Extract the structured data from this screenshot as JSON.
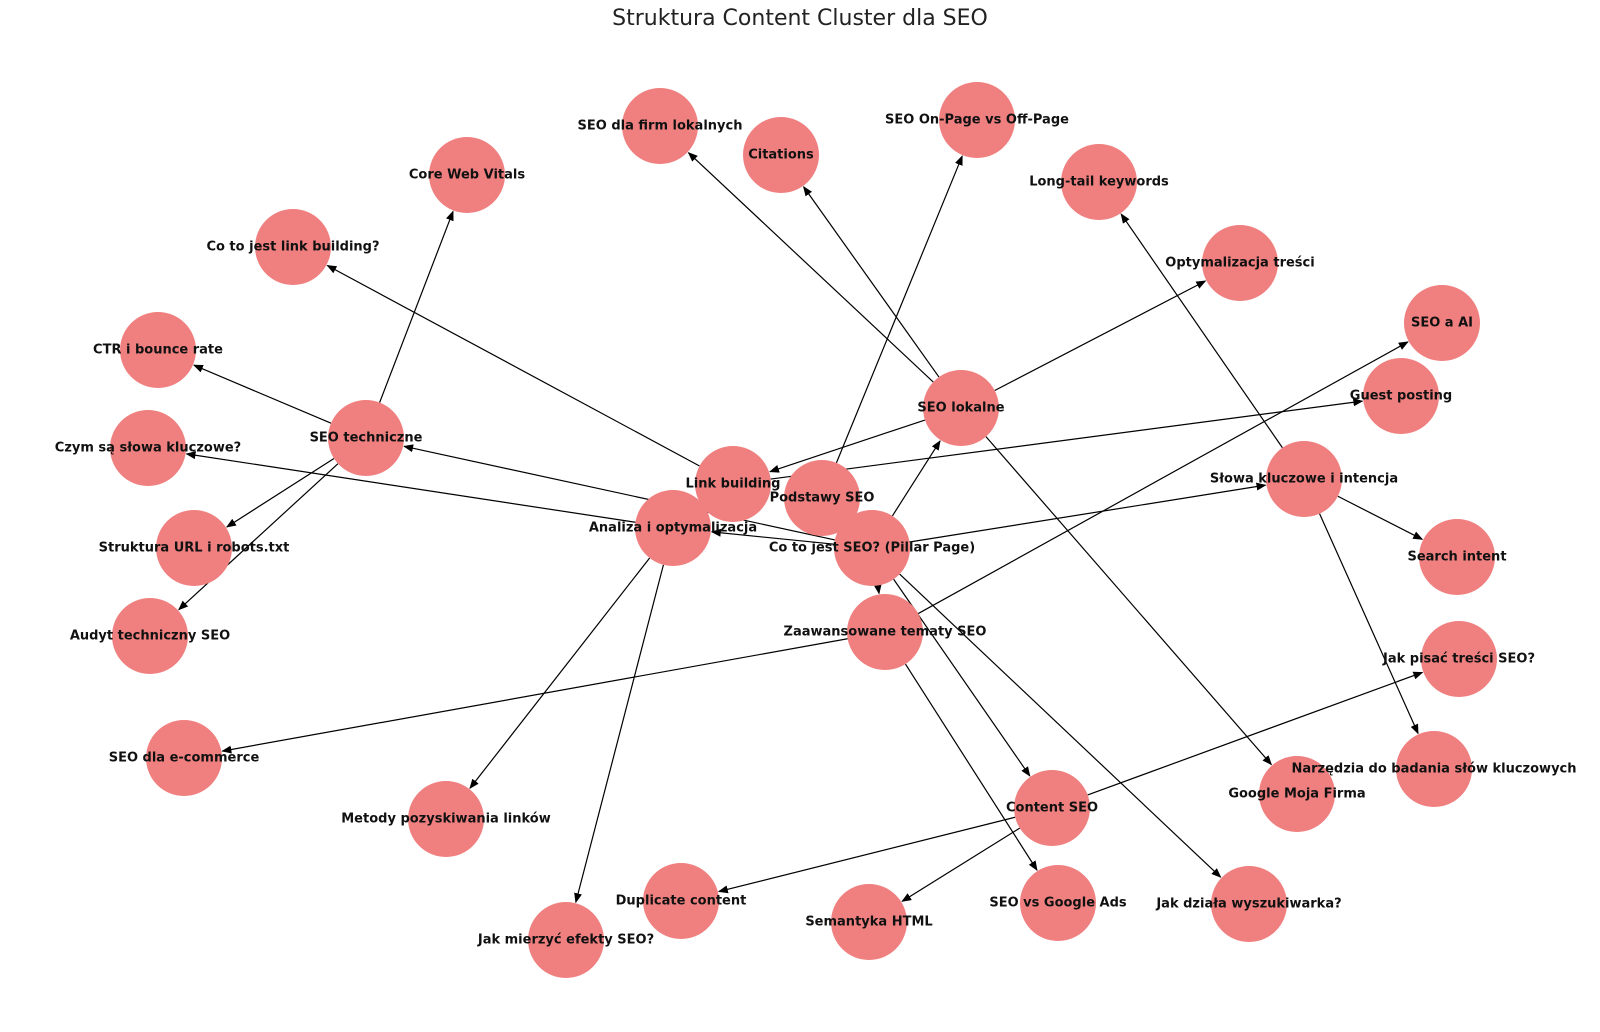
{
  "title": "Struktura Content Cluster dla SEO",
  "colors": {
    "node": "#f08080",
    "edge": "#000000",
    "label": "#111111"
  },
  "nodes": [
    {
      "id": "pillar",
      "label": "Co to jest SEO? (Pillar Page)"
    },
    {
      "id": "podstawy",
      "label": "Podstawy SEO"
    },
    {
      "id": "analiza",
      "label": "Analiza i optymalizacja"
    },
    {
      "id": "link",
      "label": "Link building"
    },
    {
      "id": "lokalne",
      "label": "SEO lokalne"
    },
    {
      "id": "techniczne",
      "label": "SEO techniczne"
    },
    {
      "id": "zaawansowane",
      "label": "Zaawansowane tematy SEO"
    },
    {
      "id": "content",
      "label": "Content SEO"
    },
    {
      "id": "slowa",
      "label": "Słowa kluczowe i intencja"
    },
    {
      "id": "firmy",
      "label": "SEO dla firm lokalnych"
    },
    {
      "id": "citations",
      "label": "Citations"
    },
    {
      "id": "onoff",
      "label": "SEO On-Page vs Off-Page"
    },
    {
      "id": "longtail",
      "label": "Long-tail keywords"
    },
    {
      "id": "optymalizacja",
      "label": "Optymalizacja treści"
    },
    {
      "id": "ai",
      "label": "SEO a AI"
    },
    {
      "id": "guest",
      "label": "Guest posting"
    },
    {
      "id": "search",
      "label": "Search intent"
    },
    {
      "id": "jakpisac",
      "label": "Jak pisać treści SEO?"
    },
    {
      "id": "narzedzia",
      "label": "Narzędzia do badania słów kluczowych"
    },
    {
      "id": "google",
      "label": "Google Moja Firma"
    },
    {
      "id": "wyszukiwarka",
      "label": "Jak działa wyszukiwarka?"
    },
    {
      "id": "googleads",
      "label": "SEO vs Google Ads"
    },
    {
      "id": "semantyka",
      "label": "Semantyka HTML"
    },
    {
      "id": "duplicate",
      "label": "Duplicate content"
    },
    {
      "id": "mierzyc",
      "label": "Jak mierzyć efekty SEO?"
    },
    {
      "id": "metody",
      "label": "Metody pozyskiwania linków"
    },
    {
      "id": "ecommerce",
      "label": "SEO dla e-commerce"
    },
    {
      "id": "audyt",
      "label": "Audyt techniczny SEO"
    },
    {
      "id": "url",
      "label": "Struktura URL i robots.txt"
    },
    {
      "id": "czym",
      "label": "Czym są słowa kluczowe?"
    },
    {
      "id": "ctr",
      "label": "CTR i bounce rate"
    },
    {
      "id": "linkbuilding",
      "label": "Co to jest link building?"
    },
    {
      "id": "cwv",
      "label": "Core Web Vitals"
    }
  ],
  "edges": [
    [
      "pillar",
      "podstawy"
    ],
    [
      "pillar",
      "analiza"
    ],
    [
      "pillar",
      "lokalne"
    ],
    [
      "pillar",
      "zaawansowane"
    ],
    [
      "pillar",
      "content"
    ],
    [
      "pillar",
      "slowa"
    ],
    [
      "pillar",
      "wyszukiwarka"
    ],
    [
      "pillar",
      "techniczne"
    ],
    [
      "podstawy",
      "onoff"
    ],
    [
      "link",
      "linkbuilding"
    ],
    [
      "link",
      "guest"
    ],
    [
      "lokalne",
      "firmy"
    ],
    [
      "lokalne",
      "citations"
    ],
    [
      "lokalne",
      "optymalizacja"
    ],
    [
      "lokalne",
      "google"
    ],
    [
      "lokalne",
      "link"
    ],
    [
      "techniczne",
      "cwv"
    ],
    [
      "techniczne",
      "ctr"
    ],
    [
      "techniczne",
      "url"
    ],
    [
      "techniczne",
      "audyt"
    ],
    [
      "analiza",
      "czym"
    ],
    [
      "analiza",
      "metody"
    ],
    [
      "analiza",
      "mierzyc"
    ],
    [
      "zaawansowane",
      "ai"
    ],
    [
      "zaawansowane",
      "ecommerce"
    ],
    [
      "zaawansowane",
      "googleads"
    ],
    [
      "slowa",
      "longtail"
    ],
    [
      "slowa",
      "search"
    ],
    [
      "slowa",
      "narzedzia"
    ],
    [
      "content",
      "jakpisac"
    ],
    [
      "content",
      "duplicate"
    ],
    [
      "content",
      "semantyka"
    ]
  ]
}
